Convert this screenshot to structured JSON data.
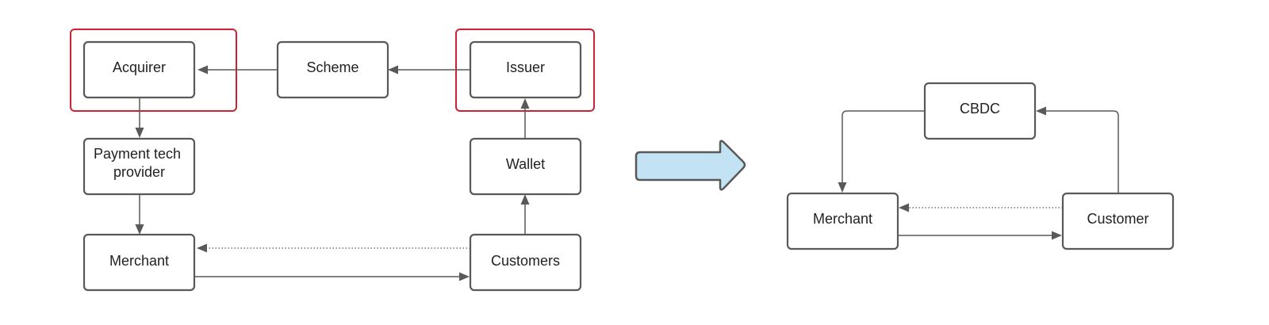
{
  "colors": {
    "highlight": "#cc2233",
    "transition_arrow_fill": "#c3e3f5"
  },
  "left_diagram": {
    "nodes": {
      "acquirer": "Acquirer",
      "scheme": "Scheme",
      "issuer": "Issuer",
      "payment_tech_provider": [
        "Payment tech",
        "provider"
      ],
      "wallet": "Wallet",
      "merchant": "Merchant",
      "customers": "Customers"
    }
  },
  "right_diagram": {
    "nodes": {
      "cbdc": "CBDC",
      "merchant": "Merchant",
      "customer": "Customer"
    }
  }
}
